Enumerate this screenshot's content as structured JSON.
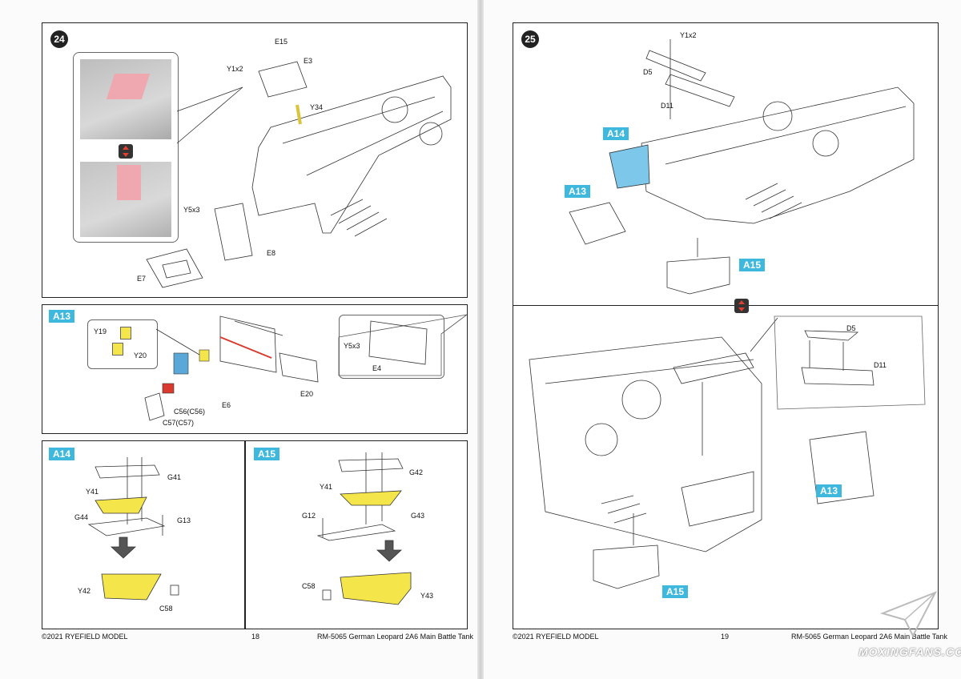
{
  "left_page": {
    "step24": {
      "step_number": "24",
      "labels": {
        "e15": "E15",
        "e3": "E3",
        "y1x2": "Y1x2",
        "y34": "Y34",
        "y5x3": "Y5x3",
        "e8": "E8",
        "e7": "E7"
      }
    },
    "a13": {
      "tag": "A13",
      "labels": {
        "y19": "Y19",
        "y20": "Y20",
        "e6": "E6",
        "c56": "C56(C56)",
        "c57": "C57(C57)",
        "e20": "E20",
        "y5x3": "Y5x3",
        "e4": "E4"
      }
    },
    "a14": {
      "tag": "A14",
      "labels": {
        "g41": "G41",
        "y41": "Y41",
        "g44": "G44",
        "g13": "G13",
        "y42": "Y42",
        "c58": "C58"
      }
    },
    "a15": {
      "tag": "A15",
      "labels": {
        "g42": "G42",
        "y41": "Y41",
        "g12": "G12",
        "g43": "G43",
        "c58": "C58",
        "y43": "Y43"
      }
    },
    "footer": {
      "copyright": "©2021 RYEFIELD MODEL",
      "page_number": "18",
      "title": "RM-5065 German Leopard 2A6 Main Battle Tank"
    }
  },
  "right_page": {
    "step25": {
      "step_number": "25",
      "labels": {
        "y1x2": "Y1x2",
        "d5": "D5",
        "d11": "D11"
      },
      "tags": {
        "a14": "A14",
        "a13": "A13",
        "a15": "A15"
      }
    },
    "lower": {
      "labels": {
        "d5": "D5",
        "d11": "D11"
      },
      "tags": {
        "a13": "A13",
        "a15": "A15"
      }
    },
    "footer": {
      "copyright": "©2021 RYEFIELD MODEL",
      "page_number": "19",
      "title": "RM-5065 German Leopard 2A6 Main Battle Tank"
    }
  },
  "watermark": "MOXINGFANS.COM",
  "colors": {
    "tag": "#3fb8dd",
    "yellow_part": "#f4e64a",
    "blue_part": "#5aa8d8",
    "red_part": "#d83a2e",
    "pink_part": "#f0a8b0"
  }
}
